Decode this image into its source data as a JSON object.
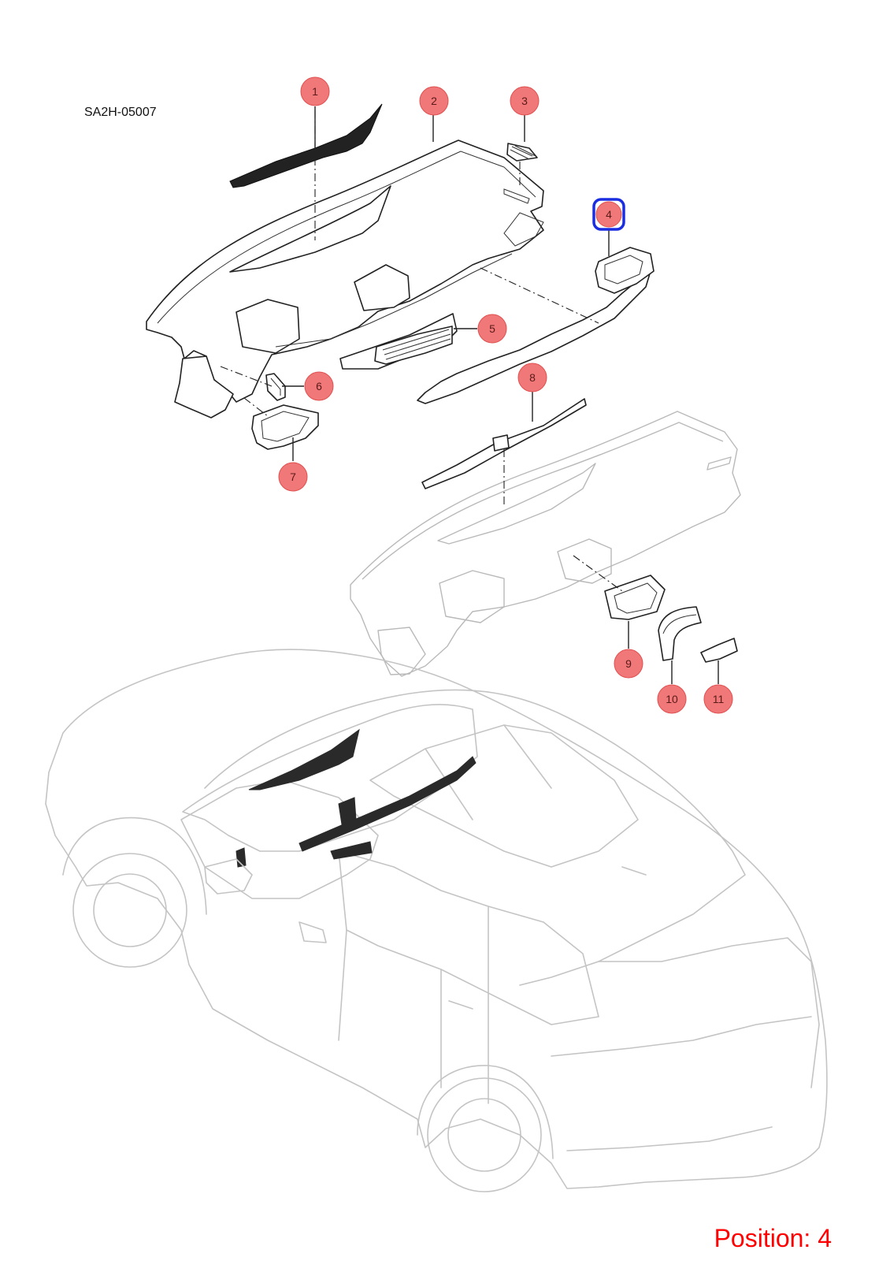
{
  "diagram_code": "SA2H-05007",
  "position_label": "Position: 4",
  "highlighted_callout": "4",
  "colors": {
    "callout_fill": "#f07878",
    "highlight_ring": "#1a2ee0",
    "position_text": "#ff0000"
  },
  "callouts": [
    {
      "id": "1",
      "label": "1"
    },
    {
      "id": "2",
      "label": "2"
    },
    {
      "id": "3",
      "label": "3"
    },
    {
      "id": "4",
      "label": "4"
    },
    {
      "id": "5",
      "label": "5"
    },
    {
      "id": "6",
      "label": "6"
    },
    {
      "id": "7",
      "label": "7"
    },
    {
      "id": "8",
      "label": "8"
    },
    {
      "id": "9",
      "label": "9"
    },
    {
      "id": "10",
      "label": "10"
    },
    {
      "id": "11",
      "label": "11"
    }
  ]
}
